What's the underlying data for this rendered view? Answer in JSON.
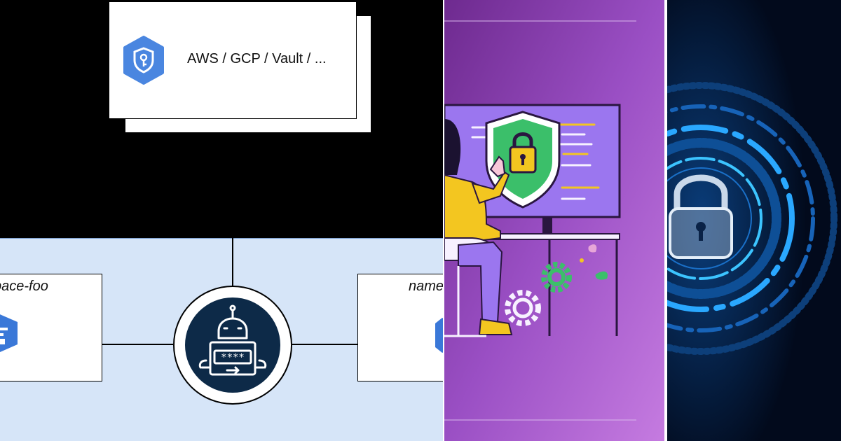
{
  "diagram": {
    "provider_card": {
      "text": "AWS / GCP / Vault / ..."
    },
    "left_box": {
      "label": "pace-foo"
    },
    "right_box": {
      "label": "name"
    },
    "robot": {
      "password_text": "****"
    }
  },
  "colors": {
    "diagram_background": "#000000",
    "namespace_zone": "#d6e5f8",
    "gcp_blue": "#4a86e0",
    "robot_navy": "#0d2a48",
    "illustration_purple": "#8a3fb8",
    "shield_green": "#3bbf6a",
    "lock_yellow": "#f3c620",
    "cyber_blue": "#2aa8ff"
  },
  "icons": [
    "key-hexagon-icon",
    "robot-password-icon",
    "shield-lock-icon",
    "gear-icon",
    "padlock-icon"
  ]
}
